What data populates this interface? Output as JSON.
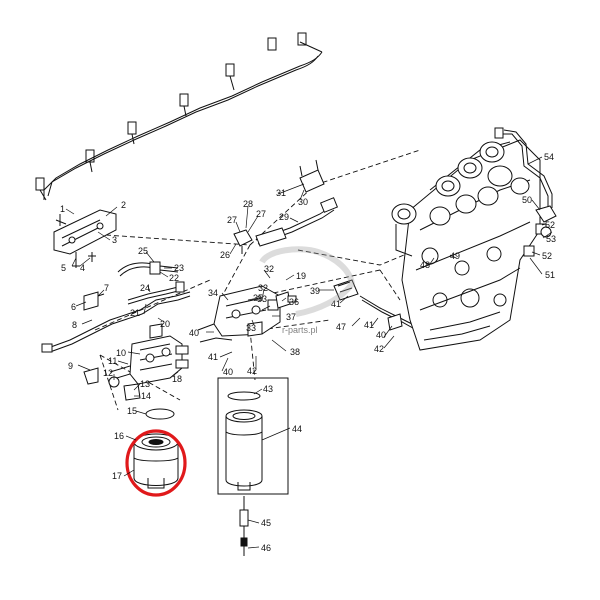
{
  "diagram": {
    "watermark": "r-parts.pl",
    "highlight_callout": "17",
    "callouts": [
      {
        "label": "1"
      },
      {
        "label": "2"
      },
      {
        "label": "3"
      },
      {
        "label": "4"
      },
      {
        "label": "5"
      },
      {
        "label": "6"
      },
      {
        "label": "7"
      },
      {
        "label": "8"
      },
      {
        "label": "9"
      },
      {
        "label": "10"
      },
      {
        "label": "11"
      },
      {
        "label": "12"
      },
      {
        "label": "13"
      },
      {
        "label": "14"
      },
      {
        "label": "15"
      },
      {
        "label": "16"
      },
      {
        "label": "17"
      },
      {
        "label": "18"
      },
      {
        "label": "19"
      },
      {
        "label": "20"
      },
      {
        "label": "21"
      },
      {
        "label": "22"
      },
      {
        "label": "23"
      },
      {
        "label": "24"
      },
      {
        "label": "25"
      },
      {
        "label": "26"
      },
      {
        "label": "27"
      },
      {
        "label": "27"
      },
      {
        "label": "28"
      },
      {
        "label": "29"
      },
      {
        "label": "30"
      },
      {
        "label": "31"
      },
      {
        "label": "32"
      },
      {
        "label": "32"
      },
      {
        "label": "33"
      },
      {
        "label": "33"
      },
      {
        "label": "34"
      },
      {
        "label": "35"
      },
      {
        "label": "36"
      },
      {
        "label": "37"
      },
      {
        "label": "38"
      },
      {
        "label": "39"
      },
      {
        "label": "40"
      },
      {
        "label": "40"
      },
      {
        "label": "40"
      },
      {
        "label": "41"
      },
      {
        "label": "41"
      },
      {
        "label": "41"
      },
      {
        "label": "42"
      },
      {
        "label": "42"
      },
      {
        "label": "43"
      },
      {
        "label": "44"
      },
      {
        "label": "45"
      },
      {
        "label": "46"
      },
      {
        "label": "47"
      },
      {
        "label": "48"
      },
      {
        "label": "49"
      },
      {
        "label": "50"
      },
      {
        "label": "51"
      },
      {
        "label": "52"
      },
      {
        "label": "52"
      },
      {
        "label": "53"
      },
      {
        "label": "54"
      }
    ]
  }
}
